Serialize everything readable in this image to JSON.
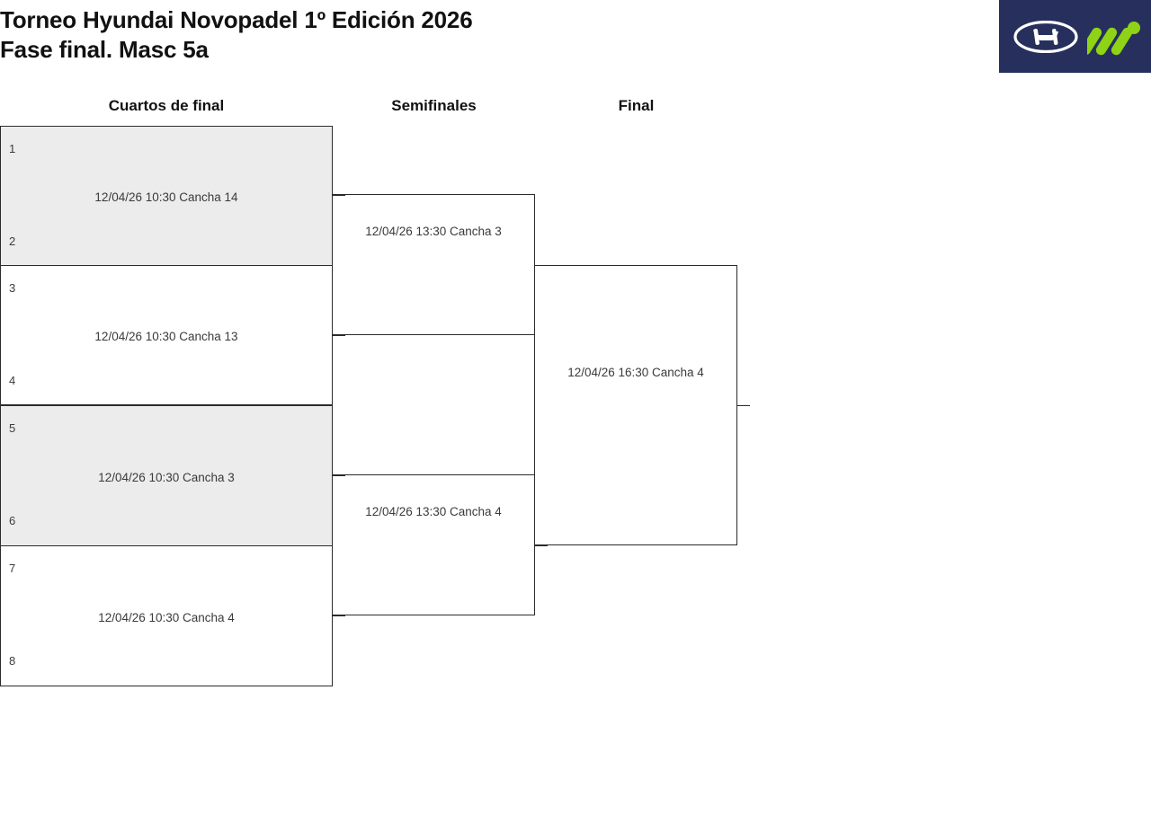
{
  "header": {
    "title_line1": "Torneo Hyundai Novopadel 1º Edición 2026",
    "title_line2": "Fase final. Masc 5a",
    "logo": {
      "brand": "Hyundai",
      "mark": "novopadel-m-mark",
      "background_color": "#27305c",
      "mark_color": "#8fd316",
      "oval_color": "#ffffff"
    }
  },
  "bracket": {
    "colors": {
      "border": "#2b2b2b",
      "shaded_row": "#ececec",
      "text": "#3a3a3a"
    },
    "rounds": [
      {
        "label": "Cuartos de final",
        "matches": [
          {
            "seed_top": "1",
            "seed_bottom": "2",
            "info": "12/04/26 10:30 Cancha 14",
            "shaded": true
          },
          {
            "seed_top": "3",
            "seed_bottom": "4",
            "info": "12/04/26 10:30 Cancha 13",
            "shaded": false
          },
          {
            "seed_top": "5",
            "seed_bottom": "6",
            "info": "12/04/26 10:30 Cancha 3",
            "shaded": true
          },
          {
            "seed_top": "7",
            "seed_bottom": "8",
            "info": "12/04/26 10:30 Cancha 4",
            "shaded": false
          }
        ]
      },
      {
        "label": "Semifinales",
        "matches": [
          {
            "seed_top": "",
            "seed_bottom": "",
            "info": "12/04/26 13:30 Cancha 3",
            "shaded": false
          },
          {
            "seed_top": "",
            "seed_bottom": "",
            "info": "12/04/26 13:30 Cancha 4",
            "shaded": false
          }
        ]
      },
      {
        "label": "Final",
        "matches": [
          {
            "seed_top": "",
            "seed_bottom": "",
            "info": "12/04/26 16:30 Cancha 4",
            "shaded": false
          }
        ]
      }
    ]
  }
}
